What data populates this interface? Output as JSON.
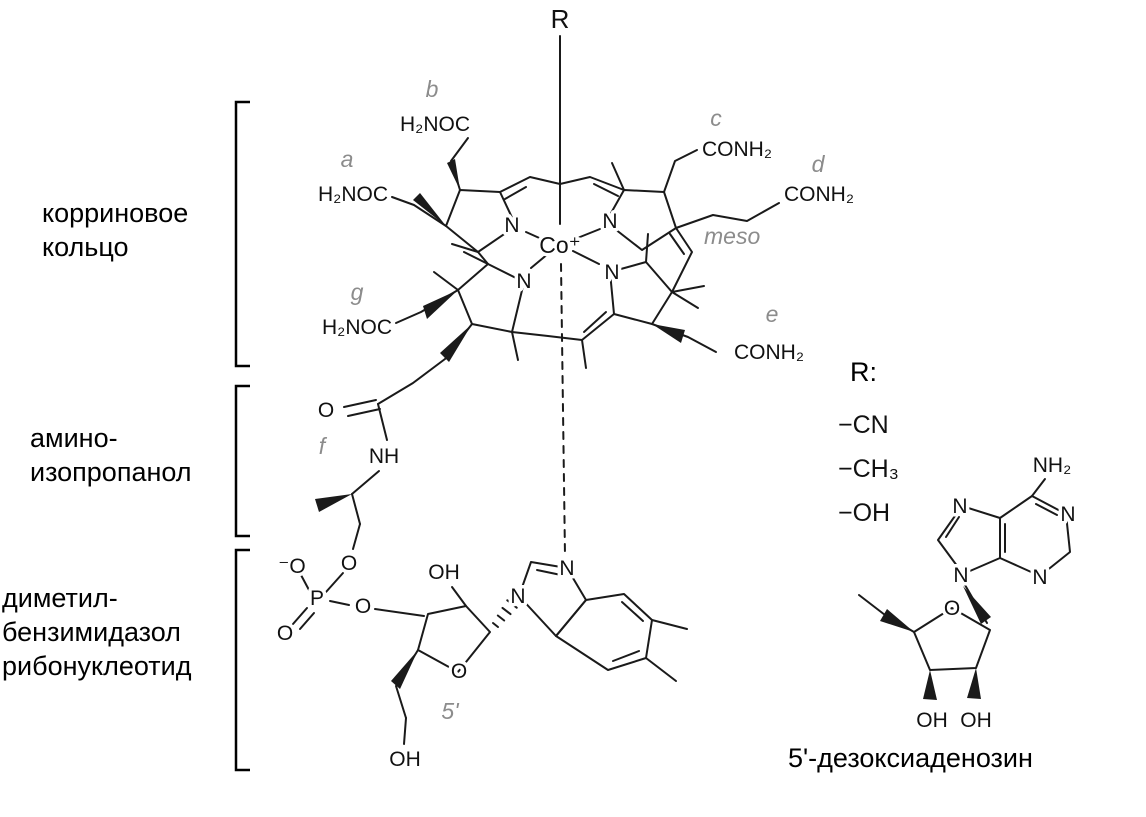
{
  "left_labels": {
    "corrin": {
      "line1": "корриновое",
      "line2": "кольцо"
    },
    "aminoisopropanol": {
      "line1": "амино-",
      "line2": "изопропанол"
    },
    "dimethylbenzimidazole": {
      "line1": "диметил-",
      "line2": "бензимидазол",
      "line3": "рибонуклеотид"
    }
  },
  "corrin": {
    "r_axial": "R",
    "cobalt": "Co⁺",
    "nitrogen": "N",
    "meso": "meso",
    "positions": {
      "a": "a",
      "b": "b",
      "c": "c",
      "d": "d",
      "e": "e",
      "f": "f",
      "g": "g"
    },
    "amide_left": "H₂NOC",
    "amide_right": "CONH₂"
  },
  "linker": {
    "carbonyl_o": "O",
    "amide_nh": "NH"
  },
  "phosphate": {
    "o_minus": "⁻O",
    "bridge_o": "O",
    "p": "P",
    "double_o": "O",
    "ester_o": "O"
  },
  "ribose": {
    "oh_top": "OH",
    "ring_o": "O",
    "five_prime": "5'",
    "oh_bottom": "OH"
  },
  "benzimidazole": {
    "n1": "N",
    "n3": "N"
  },
  "r_groups": {
    "title": "R:",
    "options": [
      "−CN",
      "−CH₃",
      "−OH"
    ]
  },
  "adenosine": {
    "nh2": "NH₂",
    "n7": "N",
    "n1": "N",
    "n3": "N",
    "n9": "N",
    "ring_o": "O",
    "oh_left": "OH",
    "oh_right": "OH",
    "caption": "5'-дезоксиаденозин"
  }
}
